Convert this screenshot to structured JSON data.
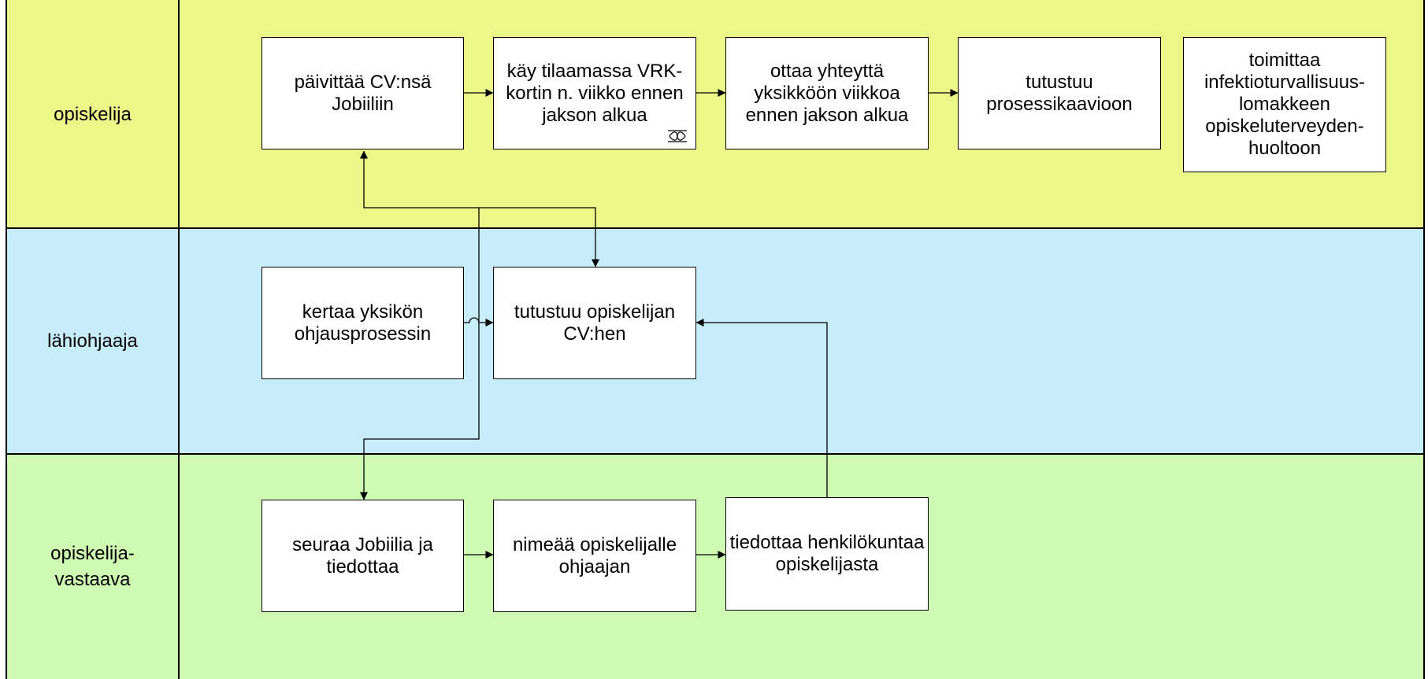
{
  "lanes": [
    {
      "label": "opiskelija",
      "color": "#ebf787"
    },
    {
      "label": "lähiohjaaja",
      "color": "#c6edf9"
    },
    {
      "label": "opiskelija-\nvastaava",
      "color": "#cefab1"
    }
  ],
  "boxes": {
    "b1": "päivittää CV:nsä Jobiiliin",
    "b2": "käy tilaamassa VRK-kortin n. viikko ennen jakson alkua",
    "b3": "ottaa yhteyttä yksikköön viikkoa ennen jakson alkua",
    "b4": "tutustuu prosessikaavioon",
    "b5": "toimittaa infektioturvallisuus-lomakkeen opiskeluterveyden-huoltoon",
    "b6": "kertaa yksikön ohjausprosessin",
    "b7": "tutustuu opiskelijan CV:hen",
    "b8": "seuraa Jobiilia ja tiedottaa",
    "b9": "nimeää opiskelijalle ohjaajan",
    "b10": "tiedottaa henkilökuntaa opiskelijasta"
  },
  "colors": {
    "line": "#000000",
    "box": "#ffffff"
  },
  "icons": {
    "b2_marker": "chain-link-icon"
  }
}
